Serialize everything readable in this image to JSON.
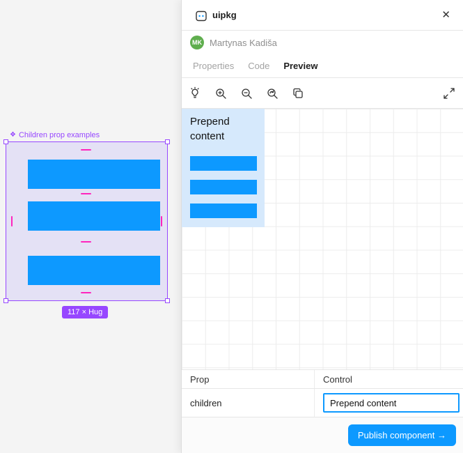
{
  "canvas": {
    "component_label": "Children prop examples",
    "size_badge": "117 × Hug"
  },
  "panel": {
    "title": "uipkg",
    "close_glyph": "✕",
    "user": {
      "initials": "MK",
      "name": "Martynas Kadiša"
    },
    "tabs": {
      "properties": "Properties",
      "code": "Code",
      "preview": "Preview"
    },
    "preview": {
      "component_text": "Prepend content"
    },
    "table": {
      "header_prop": "Prop",
      "header_control": "Control",
      "row_prop": "children",
      "row_control_value": "Prepend content"
    },
    "footer": {
      "publish_label": "Publish component →"
    }
  },
  "icons": {
    "component_glyph": "❖",
    "toolbar": [
      "tips-icon",
      "zoom-in-icon",
      "zoom-out-icon",
      "zoom-reset-icon",
      "copy-icon"
    ],
    "expand": "expand-icon",
    "plugin": "uipkg-logo-icon"
  },
  "colors": {
    "accent_blue": "#0d99ff",
    "component_purple": "#9747ff",
    "spacing_pink": "#ff24bd",
    "avatar_green": "#5fae4e"
  }
}
